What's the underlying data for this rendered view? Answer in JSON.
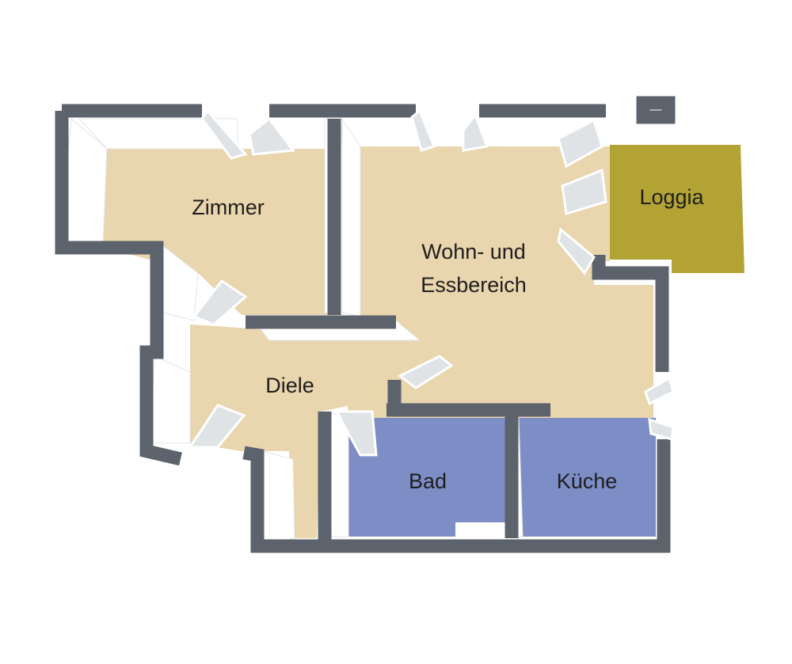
{
  "colors": {
    "floor": "#e9d5ae",
    "wet_room": "#7d8dc6",
    "loggia": "#b3a334",
    "wall": "#5c636d",
    "wall_face": "#ffffff",
    "door": "#dfe3e6"
  },
  "rooms": {
    "zimmer": "Zimmer",
    "wohn_line1": "Wohn- und",
    "wohn_line2": "Essbereich",
    "loggia": "Loggia",
    "diele": "Diele",
    "bad": "Bad",
    "kueche": "Küche"
  }
}
